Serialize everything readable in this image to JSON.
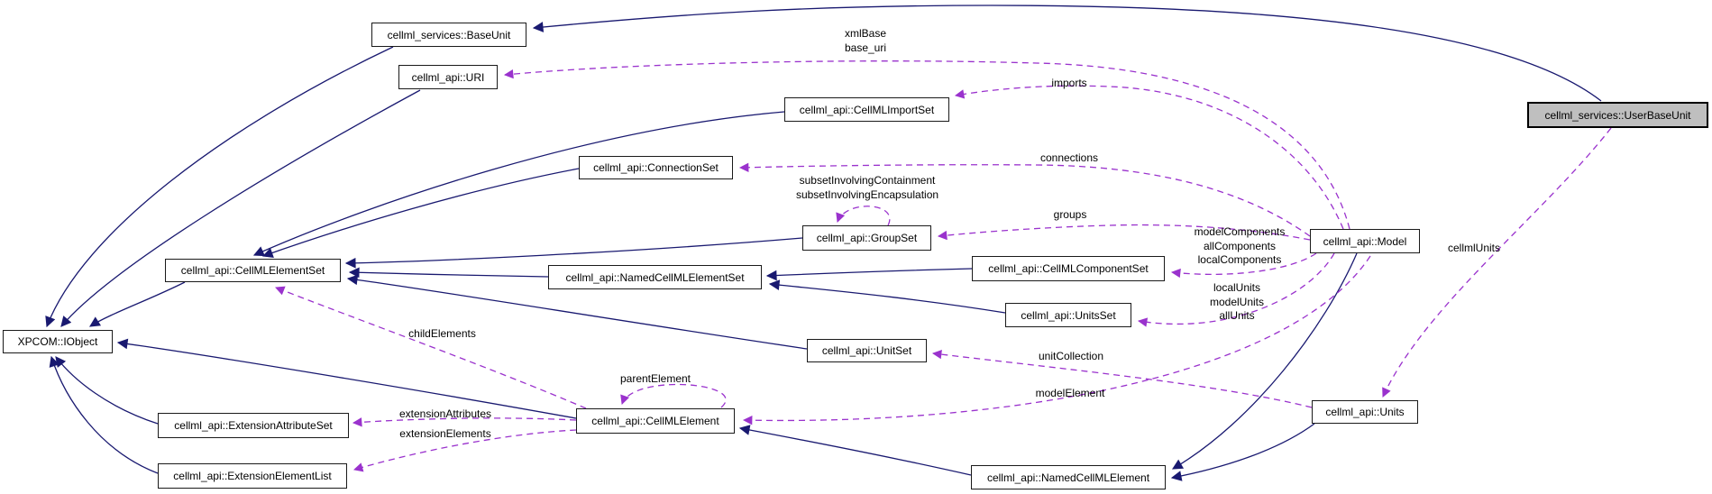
{
  "diagram": {
    "kind": "collaboration-graph",
    "focus_node": "cellml_services::UserBaseUnit",
    "colors": {
      "inheritance_edge": "#191970",
      "usage_edge": "#9a32cd",
      "node_background": "#ffffff",
      "node_border": "#1a1a1a",
      "focus_node_background": "#bfbfbf",
      "text": "#000000",
      "background": "#ffffff"
    }
  },
  "nodes": [
    {
      "id": "baseunit",
      "label": "cellml_services::BaseUnit"
    },
    {
      "id": "uri",
      "label": "cellml_api::URI"
    },
    {
      "id": "cellmlimportset",
      "label": "cellml_api::CellMLImportSet"
    },
    {
      "id": "connectionset",
      "label": "cellml_api::ConnectionSet"
    },
    {
      "id": "groupset",
      "label": "cellml_api::GroupSet"
    },
    {
      "id": "cellmlelementset",
      "label": "cellml_api::CellMLElementSet"
    },
    {
      "id": "namedcellmlelementset",
      "label": "cellml_api::NamedCellMLElementSet"
    },
    {
      "id": "cellmlcomponentset",
      "label": "cellml_api::CellMLComponentSet"
    },
    {
      "id": "unitsset",
      "label": "cellml_api::UnitsSet"
    },
    {
      "id": "unitset",
      "label": "cellml_api::UnitSet"
    },
    {
      "id": "iobject",
      "label": "XPCOM::IObject"
    },
    {
      "id": "extensionattributeset",
      "label": "cellml_api::ExtensionAttributeSet"
    },
    {
      "id": "extensionelementlist",
      "label": "cellml_api::ExtensionElementList"
    },
    {
      "id": "cellmlelement",
      "label": "cellml_api::CellMLElement"
    },
    {
      "id": "namedcellmlelement",
      "label": "cellml_api::NamedCellMLElement"
    },
    {
      "id": "model",
      "label": "cellml_api::Model"
    },
    {
      "id": "units",
      "label": "cellml_api::Units"
    },
    {
      "id": "userbaseunit",
      "label": "cellml_services::UserBaseUnit"
    }
  ],
  "edge_labels": [
    {
      "id": "xmlbase",
      "text": "xmlBase\nbase_uri"
    },
    {
      "id": "imports",
      "text": "imports"
    },
    {
      "id": "connections",
      "text": "connections"
    },
    {
      "id": "subset",
      "text": "subsetInvolvingContainment\nsubsetInvolvingEncapsulation"
    },
    {
      "id": "groups",
      "text": "groups"
    },
    {
      "id": "components",
      "text": "modelComponents\nallComponents\nlocalComponents"
    },
    {
      "id": "unitslabels",
      "text": "localUnits\nmodelUnits\nallUnits"
    },
    {
      "id": "childelements",
      "text": "childElements"
    },
    {
      "id": "unitcollection",
      "text": "unitCollection"
    },
    {
      "id": "parentelement",
      "text": "parentElement"
    },
    {
      "id": "extattrs",
      "text": "extensionAttributes"
    },
    {
      "id": "extelems",
      "text": "extensionElements"
    },
    {
      "id": "modelelement",
      "text": "modelElement"
    },
    {
      "id": "cellmlunits",
      "text": "cellmlUnits"
    }
  ]
}
